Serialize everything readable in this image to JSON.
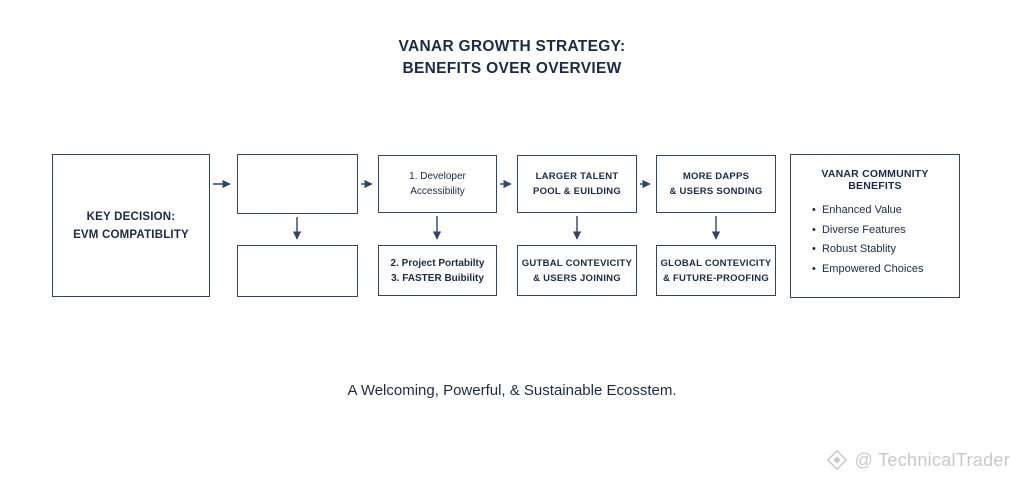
{
  "header": {
    "title_line1": "VANAR GROWTH STRATEGY:",
    "title_line2": "BENEFITS OVER OVERVIEW"
  },
  "diagram": {
    "key_box": {
      "line1": "KEY DECISION:",
      "line2": "EVM COMPATIBLITY"
    },
    "col3": {
      "top_line1": "1. Developer",
      "top_line2": "Accessibility",
      "bottom_line1": "2. Project Portabilty",
      "bottom_line2": "3. FASTER Buibility"
    },
    "col4": {
      "top_line1": "LARGER TALENT",
      "top_line2": "POOL & EUILDING",
      "bottom_line1": "GUTBAL CONTEVICITY",
      "bottom_line2": "& USERS JOINING"
    },
    "col5": {
      "top_line1": "MORE DAPPS",
      "top_line2": "& USERS SONDING",
      "bottom_line1": "GLOBAL CONTEVICITY",
      "bottom_line2": "& FUTURE-PROOFING"
    },
    "benefits_box": {
      "title": "VANAR COMMUNITY BENEFITS",
      "items": [
        "Enhanced Value",
        "Diverse Features",
        "Robust Stablity",
        "Empowered Choices"
      ]
    }
  },
  "footer": {
    "tagline": "A Welcoming, Powerful, & Sustainable Ecosstem."
  },
  "watermark": {
    "icon": "diamond-logo-icon",
    "text": "@ TechnicalTrader"
  },
  "colors": {
    "ink": "#1b2a4a",
    "border": "#2e4470",
    "watermark": "#c9c9c9",
    "background": "#ffffff"
  }
}
